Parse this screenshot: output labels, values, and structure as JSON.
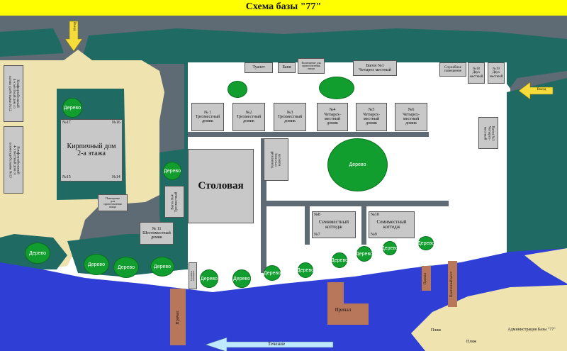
{
  "title": "Схема базы \"77\"",
  "entries": {
    "top": "Въезд",
    "right": "Въезд"
  },
  "buildings": {
    "toilet": "Туалет",
    "bath": "Баня",
    "kitchen_top": "Помещение для\nприготовления\nпищи",
    "wagon1": "Вагон №1\nЧетырех местный",
    "service_room": "Служебное\nпомещение",
    "n18": "№18\nДвух\nместный",
    "n19": "№19\nДвух\nместный",
    "comfort_left1": "Комфортабельный\n4-х местный дом со\nвсеми удобствами №12",
    "comfort_left2": "Комфортабельный\n4-х местный дом со\nвсеми удобствами №13",
    "brick_house": "Кирпичный дом\n2-а этажа",
    "n17": "№17",
    "n16": "№16",
    "n15": "№15",
    "n14": "№14",
    "kitchen_bottom": "Помещение\nдля\nприготовления\nпищи",
    "wagon4": "Вагон №4\nТрехместный",
    "n11": "№ 11\nШестиместный\nдомик",
    "service_vertical": "Служебное\nпомещение",
    "canteen": "Столовая",
    "tennis": "Теннисный\nстол под\nнавесом",
    "wagon3": "Вагон №3\nЧетырех-\nместный",
    "house1": "№ 1\nТрехместный\nдомик",
    "house2": "№2\nТрехместный\nдомик",
    "house3": "№3\nТрехместный\nдомик",
    "house4": "№4\nЧетырех-\nместный\nдомик",
    "house5": "№5\nЧетырех-\nместный\nдомик",
    "house6": "№6\nЧетырех-\nместный\nдомик",
    "n8": "№8",
    "n7": "№7",
    "n10": "№10",
    "n9": "№9",
    "cottage_left": "Семиместный\nкоттедж",
    "cottage_right": "Семиместный\nкоттедж"
  },
  "tree_label": "Дерево",
  "pier": "Причал",
  "pontoon": "Понтонный мост",
  "current": "Течение",
  "beach": "Пляж",
  "admin": "Администрация Базы \"77\"",
  "colors": {
    "banner": "#ffff00",
    "road": "#5f6b74",
    "territory": "#1f6a62",
    "lawn": "#ffffff",
    "sand": "#efe3b0",
    "water": "#2f3fd6",
    "tree": "#129e2f",
    "pier": "#b8765a",
    "arrow_yellow": "#f5dc3a",
    "arrow_blue": "#bfe9ff"
  }
}
